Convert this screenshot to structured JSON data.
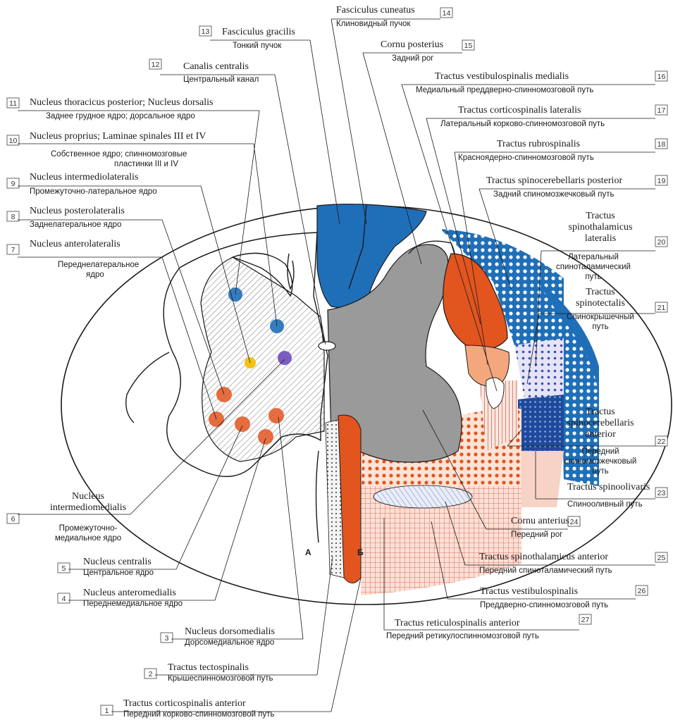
{
  "side_labels": {
    "a": "А",
    "b": "Б"
  },
  "colors": {
    "blue": "#1f6fb8",
    "gray": "#9a9a9a",
    "orange": "#e2551f",
    "salmon": "#f4a77d",
    "pink": "#f5c9b8",
    "purple": "#7b5cc2",
    "yellow": "#f2c20f"
  },
  "labels": [
    {
      "num": "1",
      "lat": "Tractus corticospinalis anterior",
      "rus": "Передний корково-спинномозговой путь"
    },
    {
      "num": "2",
      "lat": "Tractus tectospinalis",
      "rus": "Крышеспинномозговой путь"
    },
    {
      "num": "3",
      "lat": "Nucleus dorsomedialis",
      "rus": "Дорсомедиальное ядро"
    },
    {
      "num": "4",
      "lat": "Nucleus anteromedialis",
      "rus": "Переднемедиальное ядро"
    },
    {
      "num": "5",
      "lat": "Nucleus centralis",
      "rus": "Центральное ядро"
    },
    {
      "num": "6",
      "lat": "Nucleus intermediomedialis",
      "rus": "Промежуточно-медиальное ядро"
    },
    {
      "num": "7",
      "lat": "Nucleus anterolateralis",
      "rus": "Переднелатеральное ядро"
    },
    {
      "num": "8",
      "lat": "Nucleus posterolateralis",
      "rus": "Заднелатеральное ядро"
    },
    {
      "num": "9",
      "lat": "Nucleus intermediolateralis",
      "rus": "Промежуточно-латеральное ядро"
    },
    {
      "num": "10",
      "lat": "Nucleus proprius; Laminae spinales III et IV",
      "rus": "Собственное ядро; спинномозговые пластинки III и IV"
    },
    {
      "num": "11",
      "lat": "Nucleus thoracicus posterior; Nucleus dorsalis",
      "rus": "Заднее грудное ядро; дорсальное ядро"
    },
    {
      "num": "12",
      "lat": "Canalis centralis",
      "rus": "Центральный канал"
    },
    {
      "num": "13",
      "lat": "Fasciculus gracilis",
      "rus": "Тонкий пучок"
    },
    {
      "num": "14",
      "lat": "Fasciculus cuneatus",
      "rus": "Клиновидный пучок"
    },
    {
      "num": "15",
      "lat": "Cornu posterius",
      "rus": "Задний рог"
    },
    {
      "num": "16",
      "lat": "Tractus vestibulospinalis medialis",
      "rus": "Медиальный преддверно-спинномозговой путь"
    },
    {
      "num": "17",
      "lat": "Tractus corticospinalis lateralis",
      "rus": "Латеральный корково-спинномозговой путь"
    },
    {
      "num": "18",
      "lat": "Tractus rubrospinalis",
      "rus": "Красноядерно-спинномозговой путь"
    },
    {
      "num": "19",
      "lat": "Tractus spinocerebellaris posterior",
      "rus": "Задний спиномозжечковый путь"
    },
    {
      "num": "20",
      "lat": "Tractus spinothalamicus lateralis",
      "rus": "Латеральный спиноталамический путь"
    },
    {
      "num": "21",
      "lat": "Tractus spinotectalis",
      "rus": "Спинокрышечный путь"
    },
    {
      "num": "22",
      "lat": "Tractus spinocerebellaris anterior",
      "rus": "Передний спиномозжечковый путь"
    },
    {
      "num": "23",
      "lat": "Tractus spinoolivaris",
      "rus": "Спинооливный путь"
    },
    {
      "num": "24",
      "lat": "Cornu anterius",
      "rus": "Передний рог"
    },
    {
      "num": "25",
      "lat": "Tractus spinothalamicus anterior",
      "rus": "Передний спиноталамический путь"
    },
    {
      "num": "26",
      "lat": "Tractus vestibulospinalis",
      "rus": "Преддверно-спинномозговой путь"
    },
    {
      "num": "27",
      "lat": "Tractus reticulospinalis anterior",
      "rus": "Передний ретикулоспинномозговой путь"
    }
  ]
}
